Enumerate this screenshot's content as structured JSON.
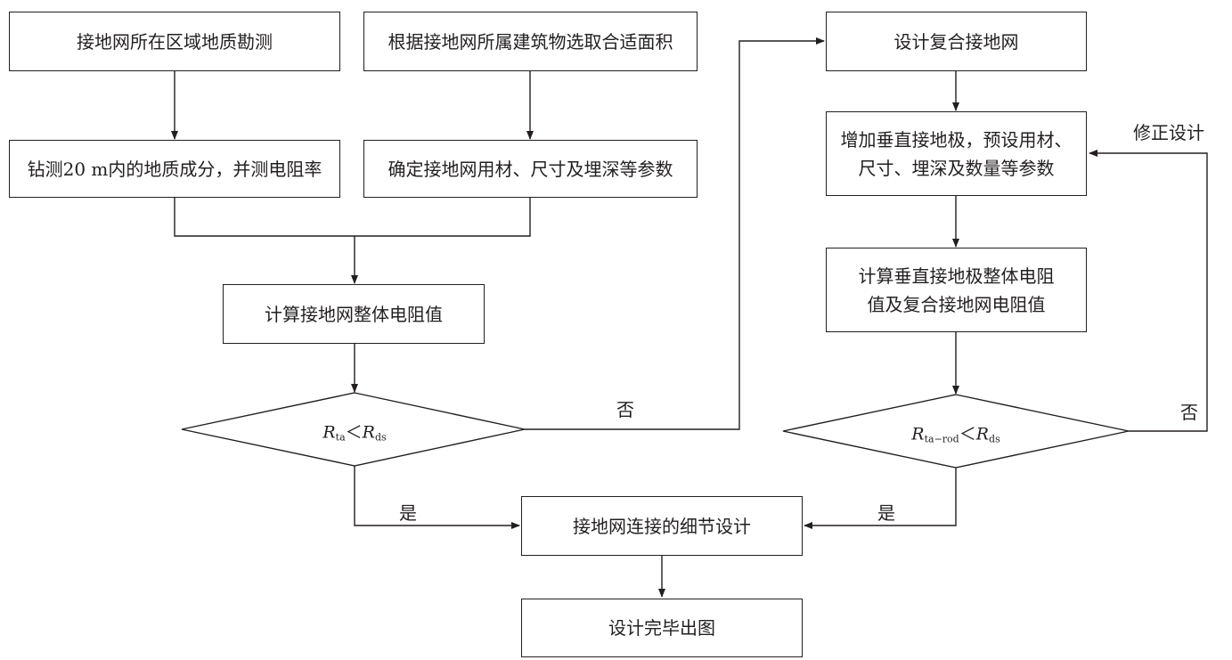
{
  "nodes": {
    "survey": "接地网所在区域地质勘测",
    "drill": "钻测20 m内的地质成分，并测电阻率",
    "area": "根据接地网所属建筑物选取合适面积",
    "params": "确定接地网用材、尺寸及埋深等参数",
    "calc": "计算接地网整体电阻值",
    "design_composite": "设计复合接地网",
    "add_rods_line1": "增加垂直接地极，预设用材、",
    "add_rods_line2": "尺寸、埋深及数量等参数",
    "calc_rods_line1": "计算垂直接地极整体电阻",
    "calc_rods_line2": "值及复合接地网电阻值",
    "detail": "接地网连接的细节设计",
    "finish": "设计完毕出图"
  },
  "decisions": {
    "d1": {
      "r1": "R",
      "s1": "ta",
      "op": "＜",
      "r2": "R",
      "s2": "ds"
    },
    "d2": {
      "r1": "R",
      "s1": "ta−rod",
      "op": "＜",
      "r2": "R",
      "s2": "ds"
    }
  },
  "labels": {
    "no_left": "否",
    "yes_left": "是",
    "no_right": "否",
    "yes_right": "是",
    "revise": "修正设计"
  }
}
